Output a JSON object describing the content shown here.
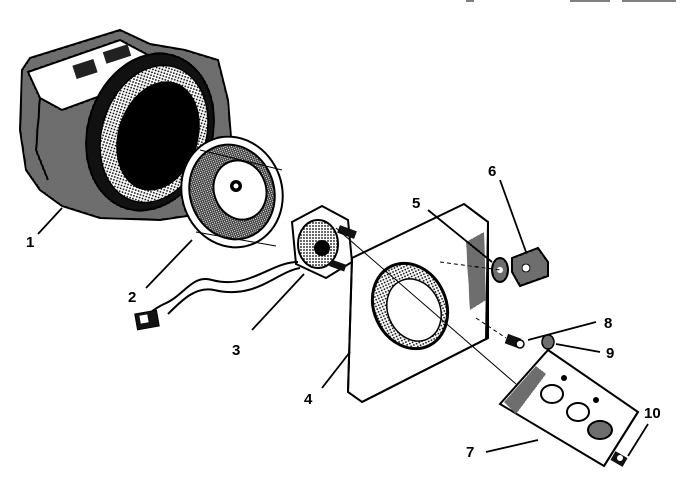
{
  "header": {
    "corner_text": ""
  },
  "callouts": [
    {
      "id": "1",
      "label": "1"
    },
    {
      "id": "2",
      "label": "2"
    },
    {
      "id": "3",
      "label": "3"
    },
    {
      "id": "4",
      "label": "4"
    },
    {
      "id": "5",
      "label": "5"
    },
    {
      "id": "6",
      "label": "6"
    },
    {
      "id": "7",
      "label": "7"
    },
    {
      "id": "8",
      "label": "8"
    },
    {
      "id": "9",
      "label": "9"
    },
    {
      "id": "10",
      "label": "10"
    }
  ],
  "parts": [
    {
      "callout": "1",
      "icon": "blower-housing-icon"
    },
    {
      "callout": "2",
      "icon": "blower-wheel-icon"
    },
    {
      "callout": "3",
      "icon": "motor-icon"
    },
    {
      "callout": "4",
      "icon": "mounting-plate-icon"
    },
    {
      "callout": "5",
      "icon": "grommet-icon"
    },
    {
      "callout": "6",
      "icon": "switch-icon"
    },
    {
      "callout": "7",
      "icon": "control-panel-icon"
    },
    {
      "callout": "8",
      "icon": "knob-shaft-icon"
    },
    {
      "callout": "9",
      "icon": "nut-icon"
    },
    {
      "callout": "10",
      "icon": "screw-icon"
    }
  ]
}
